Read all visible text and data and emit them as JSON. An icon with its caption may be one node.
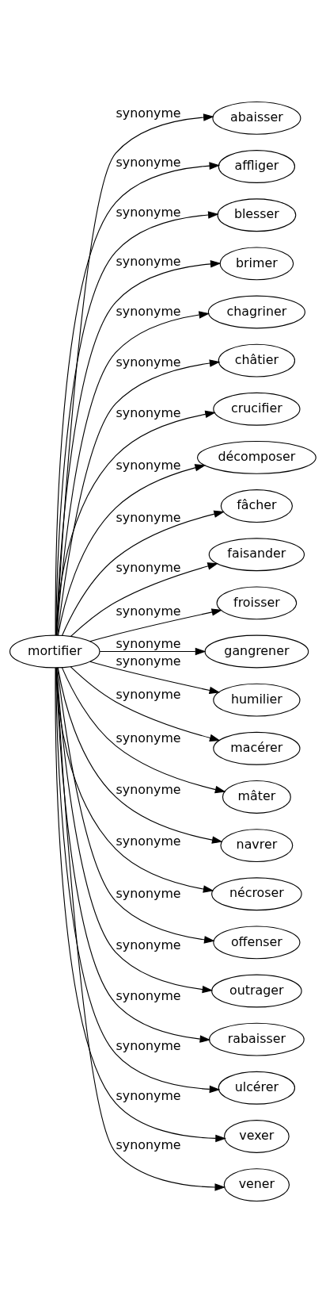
{
  "diagram": {
    "nodes": [
      {
        "text": [
          "mortifier"
        ]
      },
      {
        "text": [
          "abaisser"
        ]
      },
      {
        "text": [
          "affliger"
        ]
      },
      {
        "text": [
          "blesser"
        ]
      },
      {
        "text": [
          "brimer"
        ]
      },
      {
        "text": [
          "chagriner"
        ]
      },
      {
        "text": [
          "châtier"
        ]
      },
      {
        "text": [
          "crucifier"
        ]
      },
      {
        "text": [
          "décomposer"
        ]
      },
      {
        "text": [
          "fâcher"
        ]
      },
      {
        "text": [
          "faisander"
        ]
      },
      {
        "text": [
          "froisser"
        ]
      },
      {
        "text": [
          "gangrener"
        ]
      },
      {
        "text": [
          "humilier"
        ]
      },
      {
        "text": [
          "macérer"
        ]
      },
      {
        "text": [
          "mâter"
        ]
      },
      {
        "text": [
          "navrer"
        ]
      },
      {
        "text": [
          "nécroser"
        ]
      },
      {
        "text": [
          "offenser"
        ]
      },
      {
        "text": [
          "outrager"
        ]
      },
      {
        "text": [
          "rabaisser"
        ]
      },
      {
        "text": [
          "ulcérer"
        ]
      },
      {
        "text": [
          "vexer"
        ]
      },
      {
        "text": [
          "vener"
        ]
      }
    ],
    "edges": [
      {
        "from": 0,
        "to": 1,
        "arrow": "to",
        "label": "synonyme"
      },
      {
        "from": 0,
        "to": 2,
        "arrow": "to",
        "label": "synonyme"
      },
      {
        "from": 0,
        "to": 3,
        "arrow": "to",
        "label": "synonyme"
      },
      {
        "from": 0,
        "to": 4,
        "arrow": "to",
        "label": "synonyme"
      },
      {
        "from": 0,
        "to": 5,
        "arrow": "to",
        "label": "synonyme"
      },
      {
        "from": 0,
        "to": 6,
        "arrow": "to",
        "label": "synonyme"
      },
      {
        "from": 0,
        "to": 7,
        "arrow": "to",
        "label": "synonyme"
      },
      {
        "from": 0,
        "to": 8,
        "arrow": "to",
        "label": "synonyme"
      },
      {
        "from": 0,
        "to": 9,
        "arrow": "to",
        "label": "synonyme"
      },
      {
        "from": 0,
        "to": 10,
        "arrow": "to",
        "label": "synonyme"
      },
      {
        "from": 0,
        "to": 11,
        "arrow": "to",
        "label": "synonyme"
      },
      {
        "from": 0,
        "to": 12,
        "arrow": "to",
        "label": "synonyme"
      },
      {
        "from": 0,
        "to": 13,
        "arrow": "to",
        "label": "synonyme"
      },
      {
        "from": 0,
        "to": 14,
        "arrow": "to",
        "label": "synonyme"
      },
      {
        "from": 0,
        "to": 15,
        "arrow": "to",
        "label": "synonyme"
      },
      {
        "from": 0,
        "to": 16,
        "arrow": "to",
        "label": "synonyme"
      },
      {
        "from": 0,
        "to": 17,
        "arrow": "to",
        "label": "synonyme"
      },
      {
        "from": 0,
        "to": 18,
        "arrow": "to",
        "label": "synonyme"
      },
      {
        "from": 0,
        "to": 19,
        "arrow": "to",
        "label": "synonyme"
      },
      {
        "from": 0,
        "to": 20,
        "arrow": "to",
        "label": "synonyme"
      },
      {
        "from": 0,
        "to": 21,
        "arrow": "to",
        "label": "synonyme"
      },
      {
        "from": 0,
        "to": 22,
        "arrow": "to",
        "label": "synonyme"
      },
      {
        "from": 0,
        "to": 23,
        "arrow": "to",
        "label": "synonyme"
      }
    ]
  }
}
